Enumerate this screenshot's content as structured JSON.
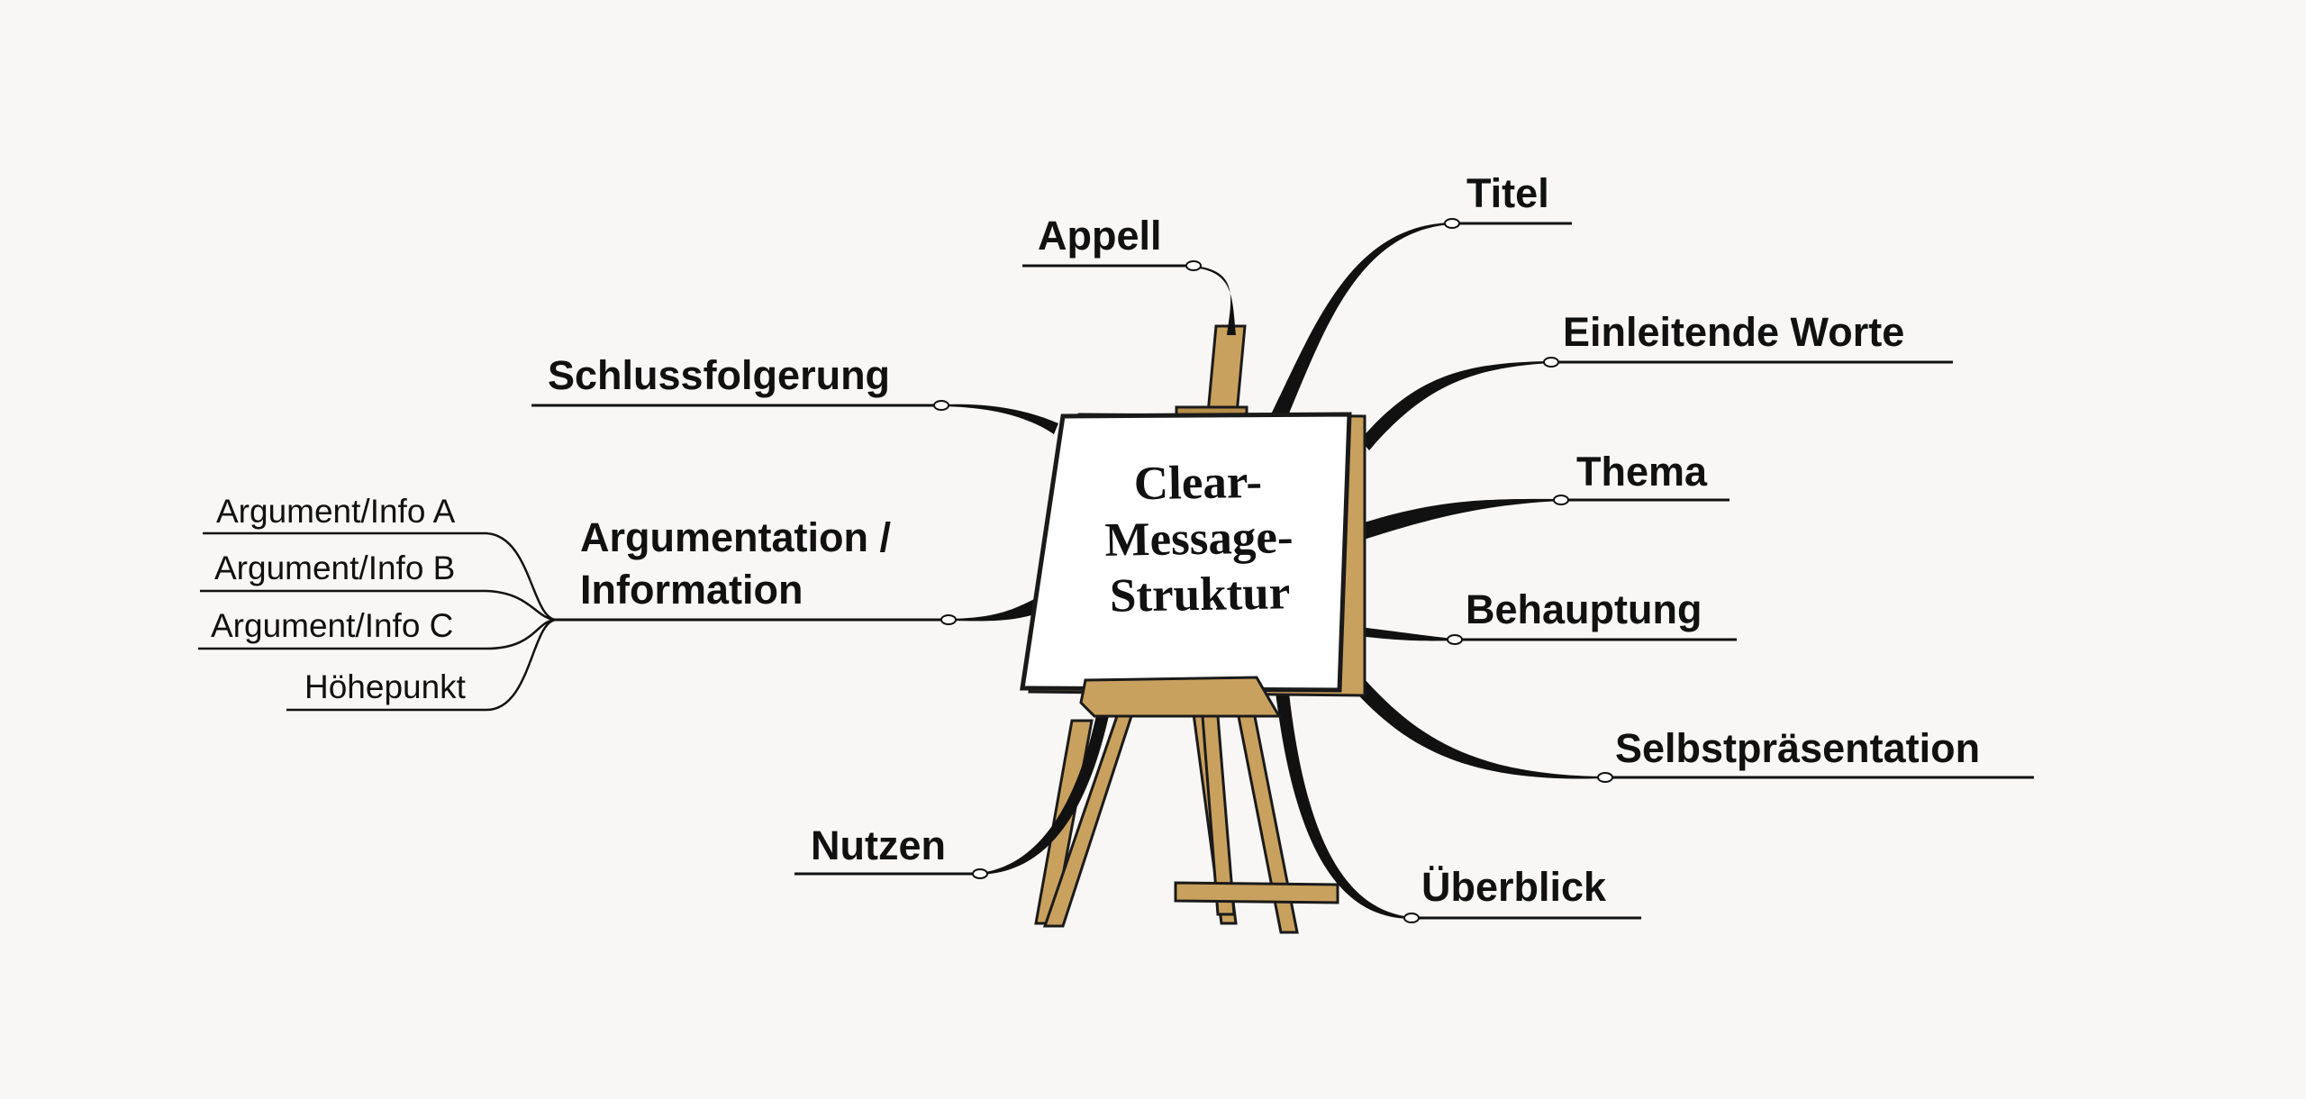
{
  "center": {
    "lines": [
      "Clear-",
      "Message-",
      "Struktur"
    ]
  },
  "branches": {
    "titel": "Titel",
    "appell": "Appell",
    "schluss": "Schlussfolgerung",
    "einleitende": "Einleitende Worte",
    "thema": "Thema",
    "argumentation": [
      "Argumentation /",
      "Information"
    ],
    "behauptung": "Behauptung",
    "selbst": "Selbstpräsentation",
    "nutzen": "Nutzen",
    "ueberblick": "Überblick"
  },
  "sub_branches": [
    "Argument/Info A",
    "Argument/Info B",
    "Argument/Info C",
    "Höhepunkt"
  ],
  "colors": {
    "wood": "#c9a15e",
    "wood_dark": "#8a6a34",
    "line": "#111111",
    "background": "#f8f7f6"
  }
}
